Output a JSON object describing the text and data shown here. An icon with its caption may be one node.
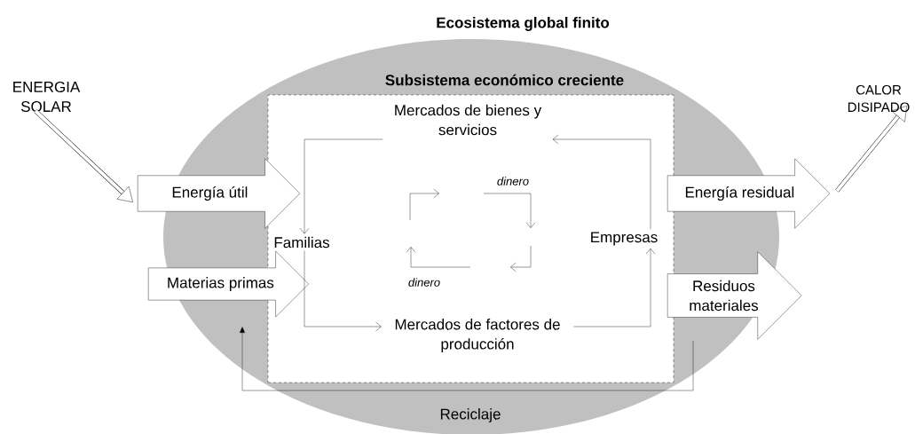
{
  "diagram": {
    "nodes": [
      {
        "text": [
          "Ecosistema global finito"
        ]
      },
      {
        "text": [
          "Subsistema económico creciente"
        ],
        "in": 0
      },
      {
        "text": [
          "ENERGIA SOLAR"
        ]
      },
      {
        "text": [
          "CALOR DISIPADO"
        ]
      },
      {
        "text": [
          "Mercados de bienes y servicios"
        ],
        "in": 1
      },
      {
        "text": [
          "Energía útil"
        ]
      },
      {
        "text": [
          "Energía residual"
        ]
      },
      {
        "text": [
          "Familias"
        ],
        "in": 1
      },
      {
        "text": [
          "Empresas"
        ],
        "in": 1
      },
      {
        "text": [
          "Materias primas"
        ]
      },
      {
        "text": [
          "Residuos materiales"
        ]
      },
      {
        "text": [
          "Mercados de factores de producción"
        ],
        "in": 1
      }
    ],
    "edges": [
      {
        "from": 2,
        "to": 5,
        "arrow": "to",
        "style": "thick"
      },
      {
        "from": 6,
        "to": 3,
        "arrow": "to",
        "style": "thick"
      },
      {
        "from": 4,
        "to": 7,
        "arrow": "to"
      },
      {
        "from": 8,
        "to": 4,
        "arrow": "to"
      },
      {
        "from": 7,
        "to": 11,
        "arrow": "to"
      },
      {
        "from": 11,
        "to": 8,
        "arrow": "to"
      },
      {
        "from": 10,
        "to": 9,
        "arrow": "to",
        "label": "Reciclaje"
      }
    ],
    "labels": [
      "dinero",
      "dinero"
    ]
  }
}
